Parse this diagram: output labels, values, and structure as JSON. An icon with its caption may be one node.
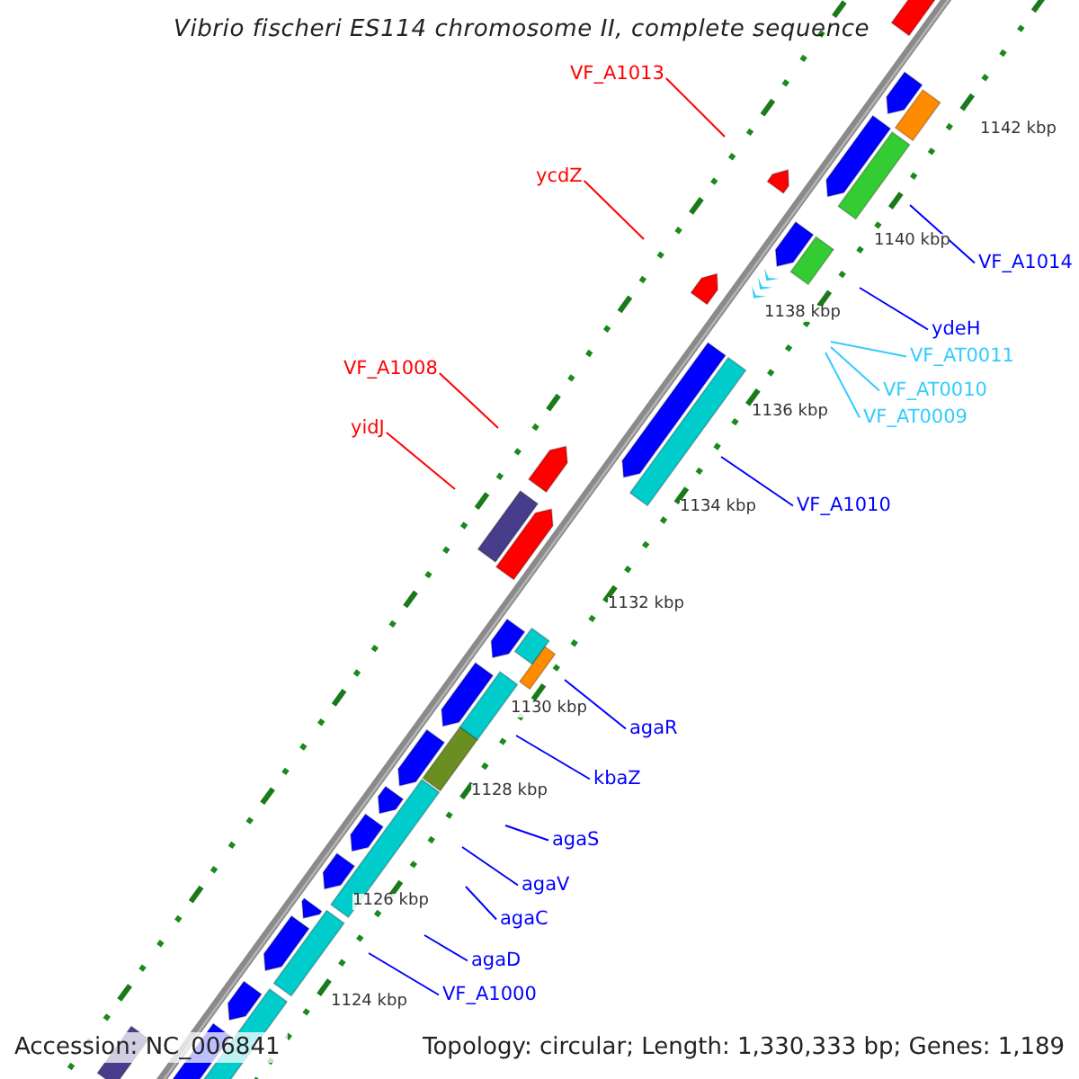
{
  "diagram": {
    "title": "Vibrio fischeri ES114 chromosome II, complete sequence",
    "nodes": [
      {
        "text": [
          "VF_A1013"
        ]
      },
      {
        "text": [
          "ycdZ"
        ]
      },
      {
        "text": [
          "VF_A1014"
        ]
      },
      {
        "text": [
          "ydeH"
        ]
      },
      {
        "text": [
          "VF_AT0011"
        ]
      },
      {
        "text": [
          "VF_A1008"
        ]
      },
      {
        "text": [
          "VF_AT0010"
        ]
      },
      {
        "text": [
          "VF_AT0009"
        ]
      },
      {
        "text": [
          "yidJ"
        ]
      },
      {
        "text": [
          "VF_A1010"
        ]
      },
      {
        "text": [
          "agaR"
        ]
      },
      {
        "text": [
          "kbaZ"
        ]
      },
      {
        "text": [
          "agaS"
        ]
      },
      {
        "text": [
          "agaV"
        ]
      },
      {
        "text": [
          "agaC"
        ]
      },
      {
        "text": [
          "agaD"
        ]
      },
      {
        "text": [
          "VF_A1000"
        ]
      }
    ],
    "edges": [
      {
        "from": 0,
        "to": null,
        "arrow": "none",
        "color": "#ff0000"
      },
      {
        "from": 1,
        "to": null,
        "arrow": "none",
        "color": "#ff0000"
      },
      {
        "from": 2,
        "to": null,
        "arrow": "none"
      },
      {
        "from": 3,
        "to": null,
        "arrow": "none"
      },
      {
        "from": 4,
        "to": null,
        "arrow": "none",
        "color": "#33ccff"
      },
      {
        "from": 5,
        "to": null,
        "arrow": "none",
        "color": "#ff0000"
      },
      {
        "from": 6,
        "to": null,
        "arrow": "none",
        "color": "#33ccff"
      },
      {
        "from": 7,
        "to": null,
        "arrow": "none",
        "color": "#33ccff"
      },
      {
        "from": 8,
        "to": null,
        "arrow": "none",
        "color": "#ff0000"
      },
      {
        "from": 9,
        "to": null,
        "arrow": "none"
      },
      {
        "from": 10,
        "to": null,
        "arrow": "none"
      },
      {
        "from": 11,
        "to": null,
        "arrow": "none"
      },
      {
        "from": 12,
        "to": null,
        "arrow": "none"
      },
      {
        "from": 13,
        "to": null,
        "arrow": "none"
      },
      {
        "from": 14,
        "to": null,
        "arrow": "none"
      },
      {
        "from": 15,
        "to": null,
        "arrow": "none"
      },
      {
        "from": 16,
        "to": null,
        "arrow": "none"
      }
    ],
    "labels": [
      "1142 kbp",
      "1140 kbp",
      "1138 kbp",
      "1136 kbp",
      "1134 kbp",
      "1132 kbp",
      "1130 kbp",
      "1128 kbp",
      "1126 kbp",
      "1124 kbp",
      "Accession: NC_006841",
      "Topology: circular; Length: 1,330,333 bp; Genes: 1,189"
    ]
  }
}
